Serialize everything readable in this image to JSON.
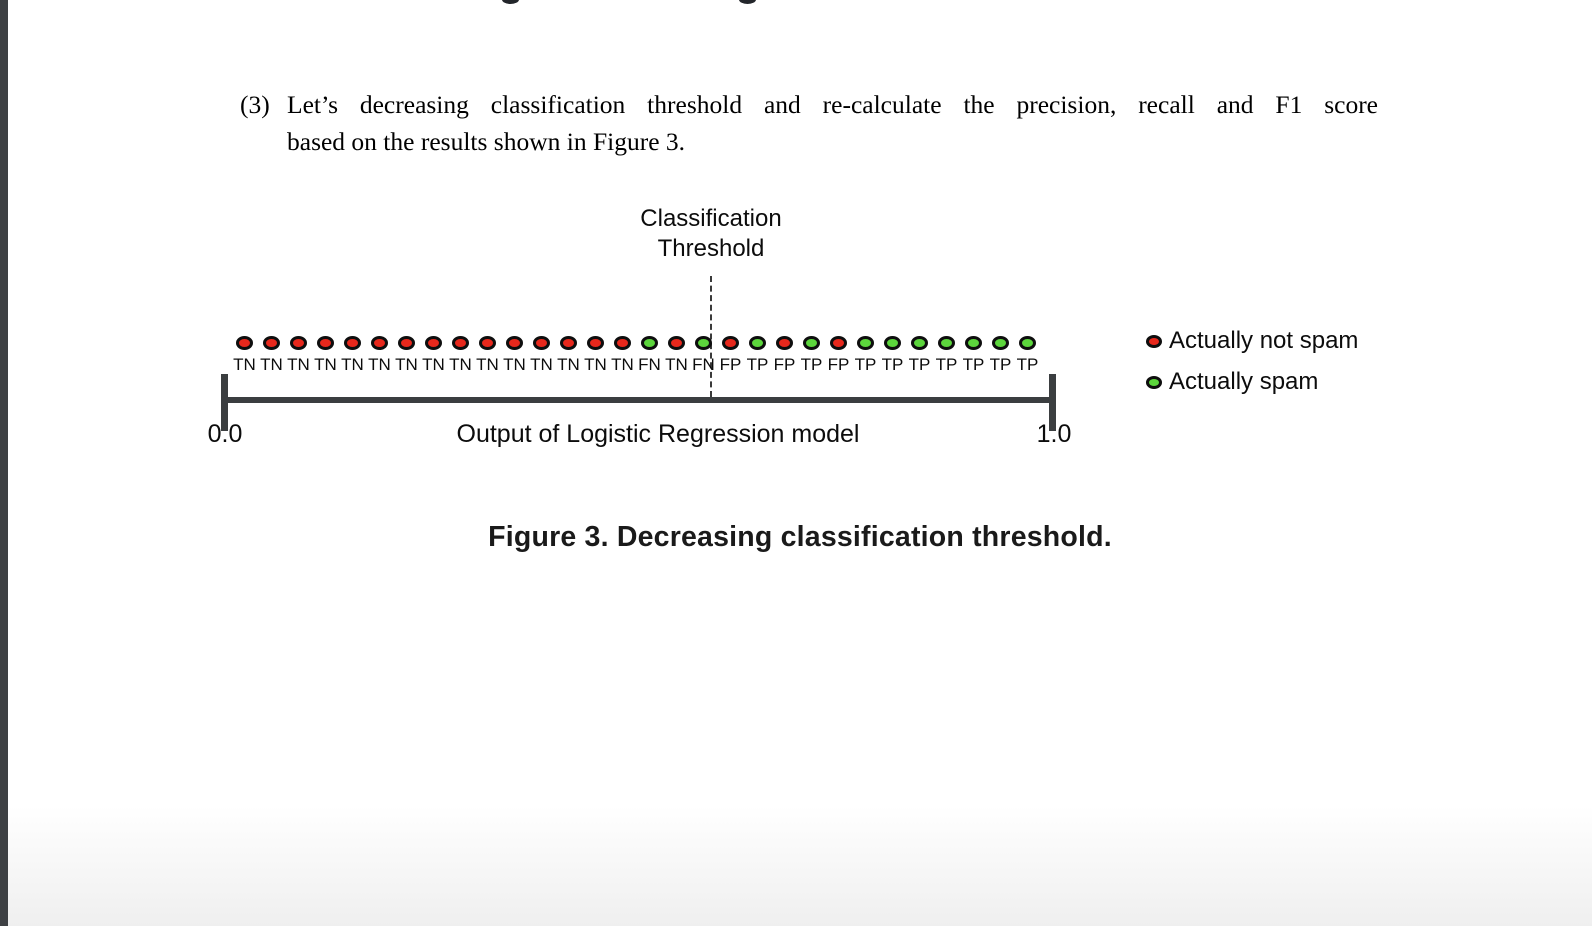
{
  "document": {
    "item_number": "(3)",
    "paragraph_line1": "Let’s decreasing classification threshold and re-calculate the precision, recall and F1 score",
    "paragraph_line2": "based on the results shown in Figure 3."
  },
  "figure": {
    "threshold_label_line1": "Classification",
    "threshold_label_line2": "Threshold",
    "colors": {
      "not spam": "#e8281c",
      "spam": "#5cd63c"
    },
    "points": [
      {
        "label": "TN",
        "actual": "not spam"
      },
      {
        "label": "TN",
        "actual": "not spam"
      },
      {
        "label": "TN",
        "actual": "not spam"
      },
      {
        "label": "TN",
        "actual": "not spam"
      },
      {
        "label": "TN",
        "actual": "not spam"
      },
      {
        "label": "TN",
        "actual": "not spam"
      },
      {
        "label": "TN",
        "actual": "not spam"
      },
      {
        "label": "TN",
        "actual": "not spam"
      },
      {
        "label": "TN",
        "actual": "not spam"
      },
      {
        "label": "TN",
        "actual": "not spam"
      },
      {
        "label": "TN",
        "actual": "not spam"
      },
      {
        "label": "TN",
        "actual": "not spam"
      },
      {
        "label": "TN",
        "actual": "not spam"
      },
      {
        "label": "TN",
        "actual": "not spam"
      },
      {
        "label": "TN",
        "actual": "not spam"
      },
      {
        "label": "FN",
        "actual": "spam"
      },
      {
        "label": "TN",
        "actual": "not spam"
      },
      {
        "label": "FN",
        "actual": "spam"
      },
      {
        "label": "FP",
        "actual": "not spam"
      },
      {
        "label": "TP",
        "actual": "spam"
      },
      {
        "label": "FP",
        "actual": "not spam"
      },
      {
        "label": "TP",
        "actual": "spam"
      },
      {
        "label": "FP",
        "actual": "not spam"
      },
      {
        "label": "TP",
        "actual": "spam"
      },
      {
        "label": "TP",
        "actual": "spam"
      },
      {
        "label": "TP",
        "actual": "spam"
      },
      {
        "label": "TP",
        "actual": "spam"
      },
      {
        "label": "TP",
        "actual": "spam"
      },
      {
        "label": "TP",
        "actual": "spam"
      },
      {
        "label": "TP",
        "actual": "spam"
      }
    ],
    "threshold_after_point": 18,
    "axis": {
      "min_label": "0.0",
      "max_label": "1.0",
      "title": "Output of Logistic Regression model"
    },
    "legend": [
      {
        "label": "Actually not spam",
        "actual": "not spam",
        "color": "#e8281c"
      },
      {
        "label": "Actually spam",
        "actual": "spam",
        "color": "#5cd63c"
      }
    ],
    "caption": "Figure 3. Decreasing classification threshold."
  },
  "chart_data": {
    "type": "scatter",
    "title": "Decreasing classification threshold",
    "xlabel": "Output of Logistic Regression model",
    "xlim": [
      0.0,
      1.0
    ],
    "legend_entries": [
      "Actually not spam",
      "Actually spam"
    ],
    "point_labels": [
      "TN",
      "TN",
      "TN",
      "TN",
      "TN",
      "TN",
      "TN",
      "TN",
      "TN",
      "TN",
      "TN",
      "TN",
      "TN",
      "TN",
      "TN",
      "FN",
      "TN",
      "FN",
      "FP",
      "TP",
      "FP",
      "TP",
      "FP",
      "TP",
      "TP",
      "TP",
      "TP",
      "TP",
      "TP",
      "TP"
    ],
    "point_actual": [
      "not spam",
      "not spam",
      "not spam",
      "not spam",
      "not spam",
      "not spam",
      "not spam",
      "not spam",
      "not spam",
      "not spam",
      "not spam",
      "not spam",
      "not spam",
      "not spam",
      "not spam",
      "spam",
      "not spam",
      "spam",
      "not spam",
      "spam",
      "not spam",
      "spam",
      "not spam",
      "spam",
      "spam",
      "spam",
      "spam",
      "spam",
      "spam",
      "spam"
    ],
    "threshold_between_points": [
      18,
      19
    ]
  }
}
